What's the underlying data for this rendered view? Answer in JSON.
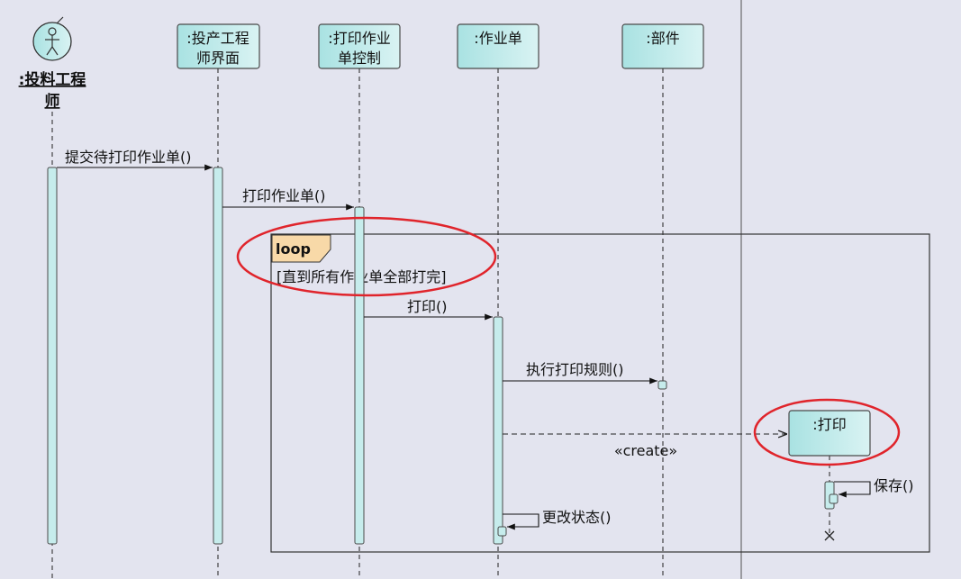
{
  "actor": {
    "name_line1": ":投料工程",
    "name_line2": "师"
  },
  "lifelines": [
    {
      "line1": ":投产工程",
      "line2": "师界面"
    },
    {
      "line1": ":打印作业",
      "line2": "单控制"
    },
    {
      "line1": ":作业单",
      "line2": ""
    },
    {
      "line1": ":部件",
      "line2": ""
    }
  ],
  "created_object": {
    "label": ":打印"
  },
  "messages": {
    "m1": "提交待打印作业单()",
    "m2": "打印作业单()",
    "m3": "打印()",
    "m4": "执行打印规则()",
    "m5": "«create»",
    "m6": "保存()",
    "m7": "更改状态()"
  },
  "fragment": {
    "operator": "loop",
    "guard": "[直到所有作业单全部打完]"
  },
  "colors": {
    "background": "#e3e4ef",
    "box_fill": "#c6ecec",
    "box_border": "#4a4a4a",
    "fragment_tag": "#f8d9a8",
    "highlight": "#e0242b"
  }
}
